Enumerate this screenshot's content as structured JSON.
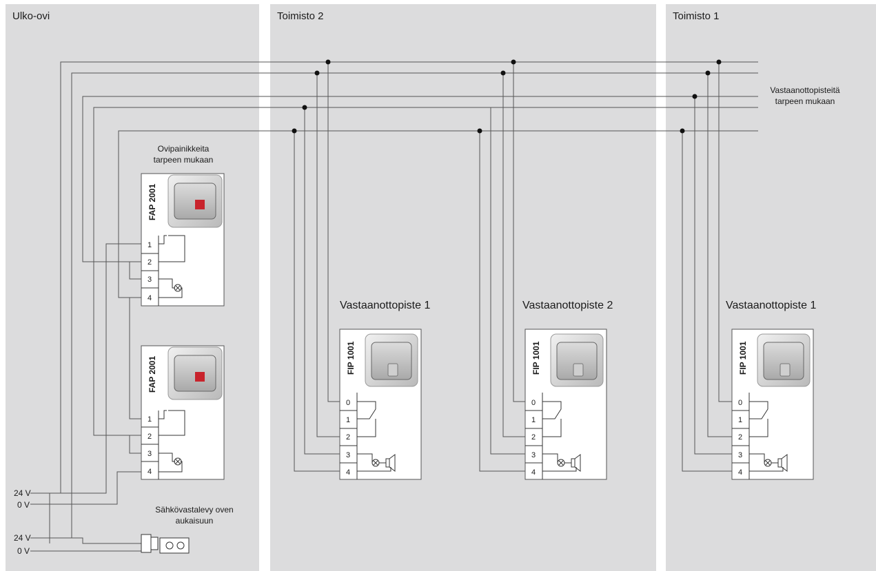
{
  "zones": [
    {
      "id": "ulko-ovi",
      "title": "Ulko-ovi"
    },
    {
      "id": "toimisto-2",
      "title": "Toimisto 2"
    },
    {
      "id": "toimisto-1",
      "title": "Toimisto 1"
    }
  ],
  "notes": {
    "door_buttons": [
      "Ovipainikkeita",
      "tarpeen mukaan"
    ],
    "receivers": [
      "Vastaanottopisteitä",
      "tarpeen mukaan"
    ],
    "door_strike": [
      "Sähkövastalevy oven",
      "aukaisuun"
    ]
  },
  "door_units": [
    {
      "model": "FAP 2001",
      "terminals": [
        "1",
        "2",
        "3",
        "4"
      ]
    },
    {
      "model": "FAP 2001",
      "terminals": [
        "1",
        "2",
        "3",
        "4"
      ]
    }
  ],
  "receiver_units": [
    {
      "title": "Vastaanottopiste 1",
      "model": "FIP 1001",
      "terminals": [
        "0",
        "1",
        "2",
        "3",
        "4"
      ]
    },
    {
      "title": "Vastaanottopiste 2",
      "model": "FIP 1001",
      "terminals": [
        "0",
        "1",
        "2",
        "3",
        "4"
      ]
    },
    {
      "title": "Vastaanottopiste 1",
      "model": "FIP 1001",
      "terminals": [
        "0",
        "1",
        "2",
        "3",
        "4"
      ]
    }
  ],
  "power_inputs": [
    {
      "label": "24 V"
    },
    {
      "label": "0 V"
    },
    {
      "label": "24 V"
    },
    {
      "label": "0 V"
    }
  ],
  "colors": {
    "zone_background": "#dcdcdd",
    "wire": "#555555",
    "box_border": "#555555",
    "button_red": "#c8232c"
  },
  "icons": {
    "door_button": "door-button-icon",
    "receiver": "receiver-switch-icon",
    "lamp": "lamp-icon",
    "buzzer": "buzzer-icon",
    "door_strike": "door-strike-icon"
  }
}
